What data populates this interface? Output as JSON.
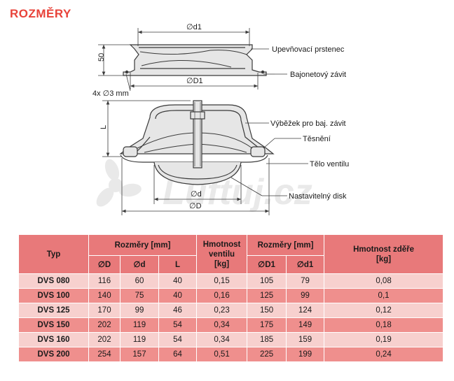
{
  "heading": "ROZMĚRY",
  "drawing": {
    "top": {
      "dim_d1": "∅d1",
      "dim_D1": "∅D1",
      "height": "50",
      "holes": "4x ∅3 mm",
      "callout_ring": "Upevňovací prstenec",
      "callout_thread": "Bajonetový závit"
    },
    "bottom": {
      "dim_L": "L",
      "dim_d": "∅d",
      "dim_D": "∅D",
      "callout_cutout": "Výběžek pro baj. závit",
      "callout_seal": "Těsnění",
      "callout_body": "Tělo ventilu",
      "callout_disk": "Nastavitelný disk"
    },
    "watermark": "Luftuj.cz",
    "colors": {
      "line": "#3a3a3a",
      "fill": "#e6e6e6",
      "watermark": "#d8d8d8"
    }
  },
  "table": {
    "headers": {
      "typ": "Typ",
      "rozmery1": "Rozměry [mm]",
      "hmotnost_ventilu": "Hmotnost ventilu [kg]",
      "rozmery2": "Rozměry [mm]",
      "hmotnost_zdere": "Hmotnost zděře [kg]",
      "D": "∅D",
      "d": "∅d",
      "L": "L",
      "D1": "∅D1",
      "d1": "∅d1"
    },
    "rows": [
      {
        "typ": "DVS 080",
        "D": "116",
        "d": "60",
        "L": "40",
        "hv": "0,15",
        "D1": "105",
        "d1": "79",
        "hz": "0,08"
      },
      {
        "typ": "DVS 100",
        "D": "140",
        "d": "75",
        "L": "40",
        "hv": "0,16",
        "D1": "125",
        "d1": "99",
        "hz": "0,1"
      },
      {
        "typ": "DVS 125",
        "D": "170",
        "d": "99",
        "L": "46",
        "hv": "0,23",
        "D1": "150",
        "d1": "124",
        "hz": "0,12"
      },
      {
        "typ": "DVS 150",
        "D": "202",
        "d": "119",
        "L": "54",
        "hv": "0,34",
        "D1": "175",
        "d1": "149",
        "hz": "0,18"
      },
      {
        "typ": "DVS 160",
        "D": "202",
        "d": "119",
        "L": "54",
        "hv": "0,34",
        "D1": "185",
        "d1": "159",
        "hz": "0,19"
      },
      {
        "typ": "DVS 200",
        "D": "254",
        "d": "157",
        "L": "64",
        "hv": "0,51",
        "D1": "225",
        "d1": "199",
        "hz": "0,24"
      }
    ],
    "colors": {
      "header": "#e8797a",
      "row_light": "#f7d0ce",
      "row_dark": "#ef8f8d"
    }
  }
}
